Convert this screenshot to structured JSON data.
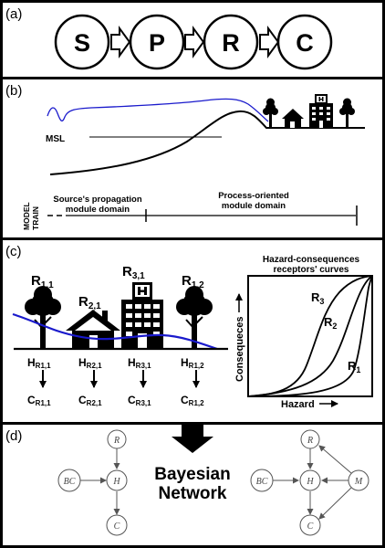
{
  "panel_a": {
    "label": "(a)",
    "chain": [
      "S",
      "P",
      "R",
      "C"
    ]
  },
  "panel_b": {
    "label": "(b)",
    "msl_label": "MSL",
    "model_train_line1": "MODEL",
    "model_train_line2": "TRAIN",
    "source_domain_line1": "Source's propagation",
    "source_domain_line2": "module domain",
    "process_domain_line1": "Process-oriented",
    "process_domain_line2": "module domain"
  },
  "panel_c": {
    "label": "(c)",
    "receptors": [
      {
        "name": "R",
        "sub": "1,1",
        "hazard": "H",
        "hazard_sub": "R1,1",
        "conseq": "C",
        "conseq_sub": "R1,1"
      },
      {
        "name": "R",
        "sub": "2,1",
        "hazard": "H",
        "hazard_sub": "R2,1",
        "conseq": "C",
        "conseq_sub": "R2,1"
      },
      {
        "name": "R",
        "sub": "3,1",
        "hazard": "H",
        "hazard_sub": "R3,1",
        "conseq": "C",
        "conseq_sub": "R3,1"
      },
      {
        "name": "R",
        "sub": "1,2",
        "hazard": "H",
        "hazard_sub": "R1,2",
        "conseq": "C",
        "conseq_sub": "R1,2"
      }
    ],
    "curves_title_line1": "Hazard-consequences",
    "curves_title_line2": "receptors' curves",
    "x_axis": "Hazard",
    "y_axis": "Consequeces",
    "curve_labels": [
      {
        "name": "R",
        "sub": "3"
      },
      {
        "name": "R",
        "sub": "2"
      },
      {
        "name": "R",
        "sub": "1"
      }
    ]
  },
  "panel_d": {
    "label": "(d)",
    "title_line1": "Bayesian",
    "title_line2": "Network",
    "left_nodes": [
      "R",
      "BC",
      "H",
      "C"
    ],
    "right_nodes": [
      "R",
      "BC",
      "H",
      "M",
      "C"
    ]
  },
  "colors": {
    "water": "#1a1acc",
    "ink": "#000000"
  }
}
